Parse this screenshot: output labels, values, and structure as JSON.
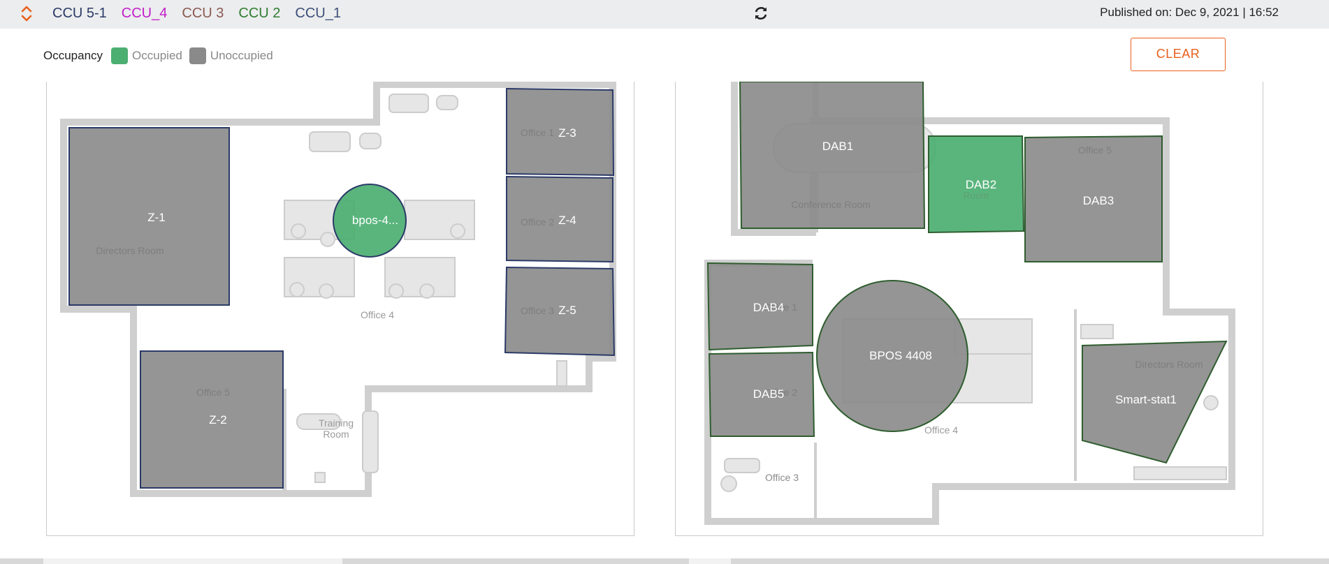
{
  "header": {
    "ccu_tabs": [
      {
        "label": "CCU 5-1",
        "color": "#2b3a67"
      },
      {
        "label": "CCU_4",
        "color": "#c21ecb"
      },
      {
        "label": "CCU 3",
        "color": "#8a5a52"
      },
      {
        "label": "CCU 2",
        "color": "#2f7d32"
      },
      {
        "label": "CCU_1",
        "color": "#3d4f7a"
      }
    ],
    "published": "Published on: Dec 9, 2021 | 16:52"
  },
  "legend": {
    "title": "Occupancy",
    "occupied_label": "Occupied",
    "occupied_color": "#4caf72",
    "unoccupied_label": "Unoccupied",
    "unoccupied_color": "#8a8a8a"
  },
  "clear_label": "CLEAR",
  "accent_color": "#e8601c",
  "floor_left": {
    "zone_outline_color": "#2b3a67",
    "zones": [
      {
        "label": "Z-1",
        "occupied": false
      },
      {
        "label": "Z-2",
        "occupied": false
      },
      {
        "label": "Z-3",
        "occupied": false
      },
      {
        "label": "Z-4",
        "occupied": false
      },
      {
        "label": "Z-5",
        "occupied": false
      },
      {
        "label": "bpos-4...",
        "occupied": true
      }
    ],
    "room_labels": [
      "Directors Room",
      "Office 5",
      "Office 1",
      "Office 2",
      "Office 3",
      "Office 4",
      "Training",
      "Room"
    ]
  },
  "floor_right": {
    "zone_outline_color": "#2f5d2f",
    "zones": [
      {
        "label": "DAB1",
        "occupied": false
      },
      {
        "label": "DAB2",
        "occupied": true
      },
      {
        "label": "DAB3",
        "occupied": false
      },
      {
        "label": "DAB4",
        "occupied": false
      },
      {
        "label": "DAB5",
        "occupied": false
      },
      {
        "label": "BPOS 4408",
        "occupied": false
      },
      {
        "label": "Smart-stat1",
        "occupied": false
      }
    ],
    "room_labels": [
      "Conference Room",
      "Room",
      "Office 5",
      "Office 1",
      "Office 2",
      "Office 4",
      "Office 3",
      "Directors Room"
    ]
  }
}
